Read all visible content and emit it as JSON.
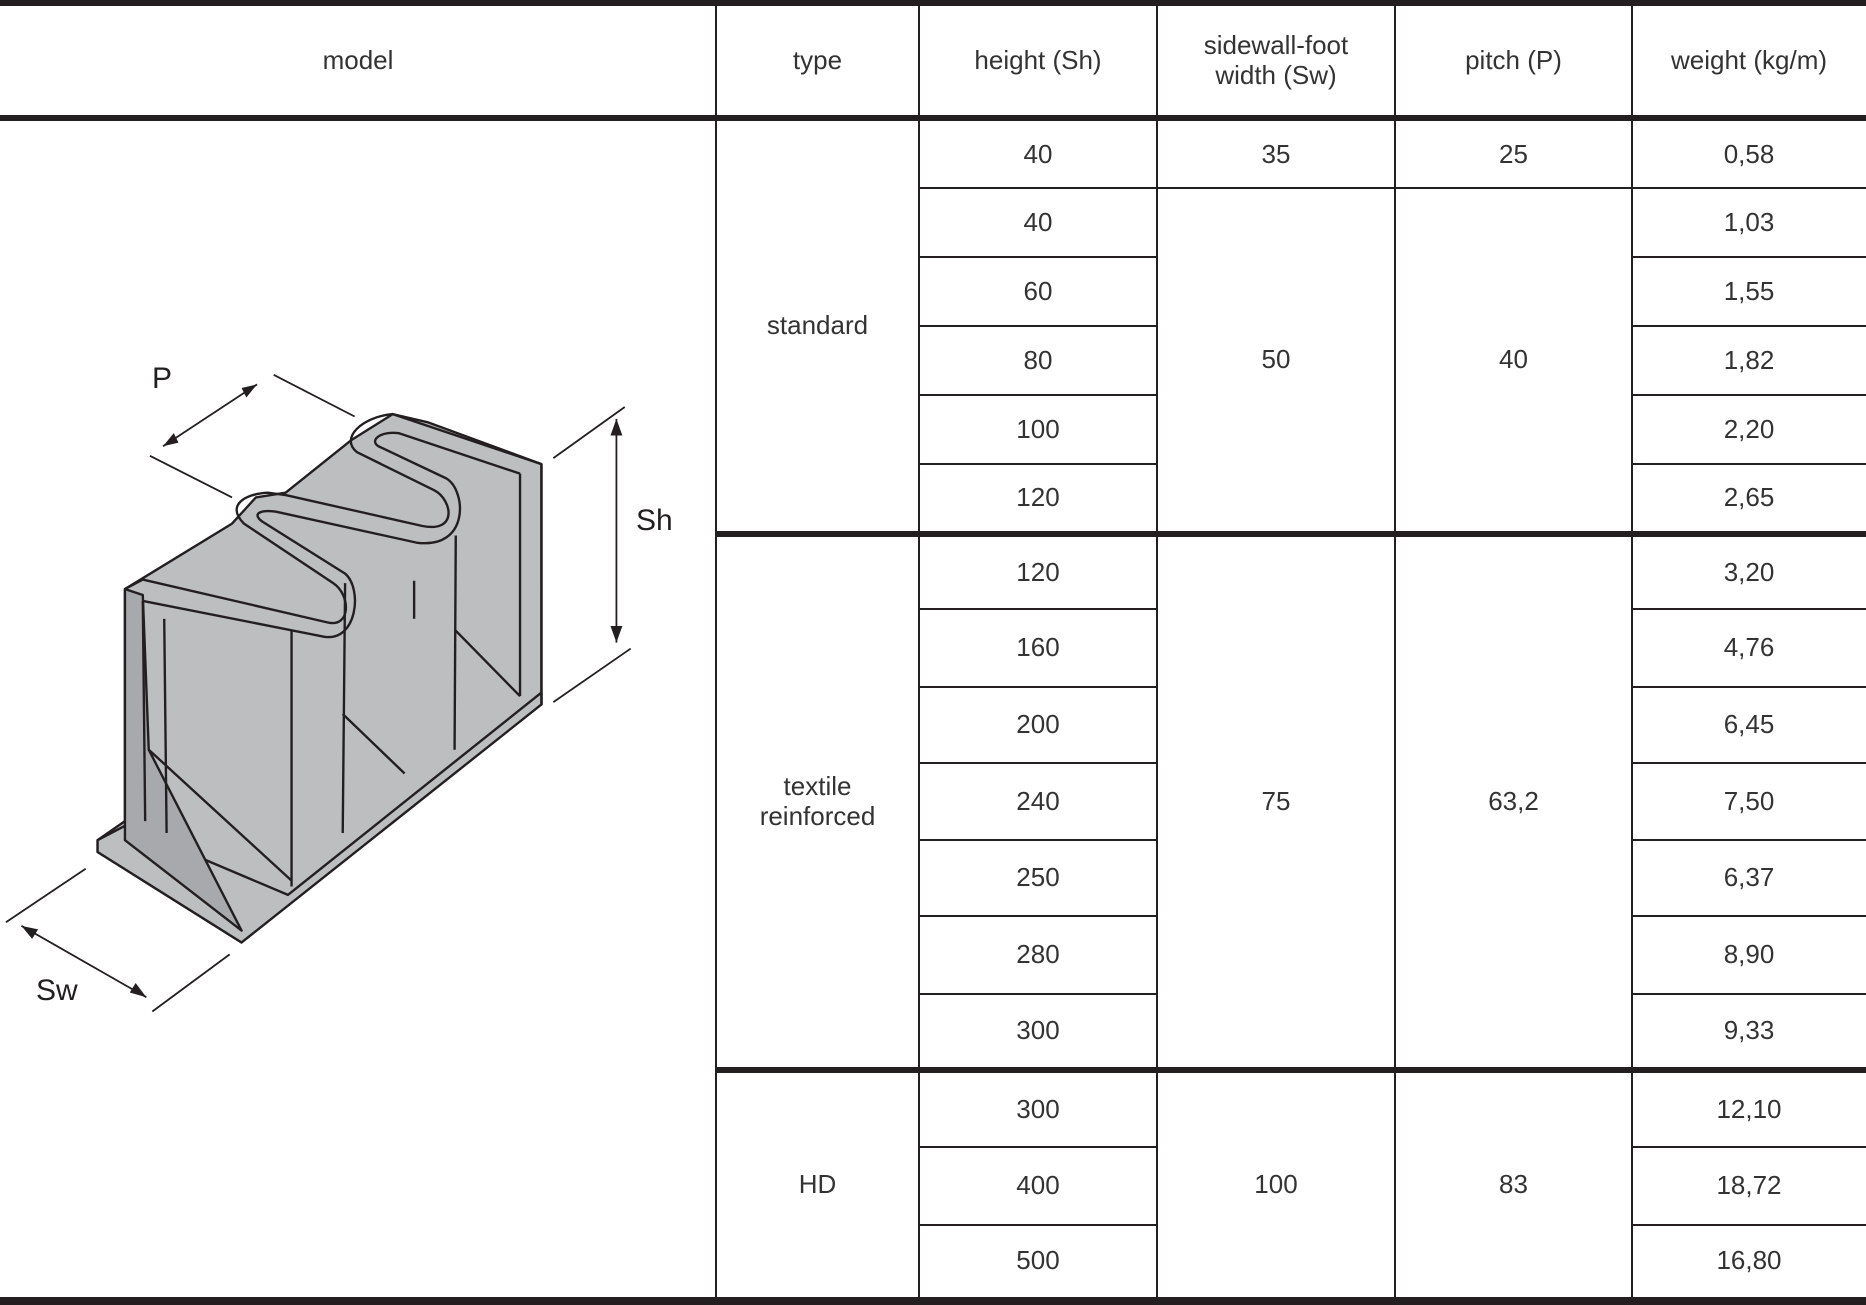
{
  "headers": {
    "model": "model",
    "type": "type",
    "height": "height (Sh)",
    "sw": "sidewall-foot width (Sw)",
    "pitch": "pitch (P)",
    "weight": "weight (kg/m)"
  },
  "diagram": {
    "p_label": "P",
    "sh_label": "Sh",
    "sw_label": "Sw"
  },
  "groups": [
    {
      "type": "standard",
      "subgroups": [
        {
          "sw": "35",
          "pitch": "25",
          "rows": [
            {
              "height": "40",
              "weight": "0,58"
            }
          ]
        },
        {
          "sw": "50",
          "pitch": "40",
          "rows": [
            {
              "height": "40",
              "weight": "1,03"
            },
            {
              "height": "60",
              "weight": "1,55"
            },
            {
              "height": "80",
              "weight": "1,82"
            },
            {
              "height": "100",
              "weight": "2,20"
            },
            {
              "height": "120",
              "weight": "2,65"
            }
          ]
        }
      ]
    },
    {
      "type": "textile reinforced",
      "subgroups": [
        {
          "sw": "75",
          "pitch": "63,2",
          "rows": [
            {
              "height": "120",
              "weight": "3,20"
            },
            {
              "height": "160",
              "weight": "4,76"
            },
            {
              "height": "200",
              "weight": "6,45"
            },
            {
              "height": "240",
              "weight": "7,50"
            },
            {
              "height": "250",
              "weight": "6,37"
            },
            {
              "height": "280",
              "weight": "8,90"
            },
            {
              "height": "300",
              "weight": "9,33"
            }
          ]
        }
      ]
    },
    {
      "type": "HD",
      "subgroups": [
        {
          "sw": "100",
          "pitch": "83",
          "rows": [
            {
              "height": "300",
              "weight": "12,10"
            },
            {
              "height": "400",
              "weight": "18,72"
            },
            {
              "height": "500",
              "weight": "16,80"
            }
          ]
        }
      ]
    }
  ]
}
